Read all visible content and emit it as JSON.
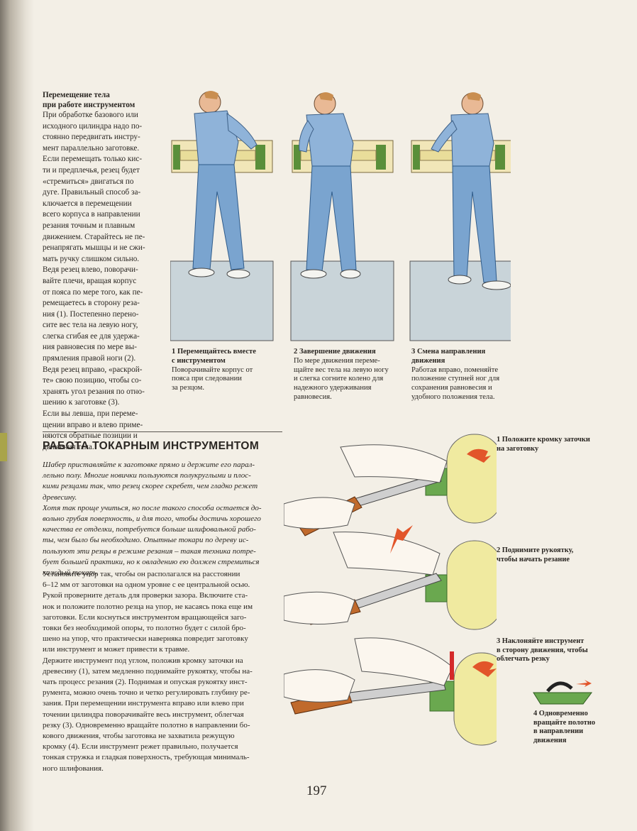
{
  "sidebar": {
    "heading_line1": "Перемещение тела",
    "heading_line2": "при работе инструментом",
    "lines": [
      "При обработке базового или",
      "исходного цилиндра надо по-",
      "стоянно передвигать инстру-",
      "мент параллельно заготовке.",
      "Если перемещать только кис-",
      "ти и предплечья, резец будет",
      "«стремиться» двигаться по",
      "дуге. Правильный способ за-",
      "ключается в перемещении",
      "всего корпуса в направлении",
      "резания точным и плавным",
      "движением. Старайтесь не пе-",
      "ренапрягать мышцы и не сжи-",
      "мать ручку слишком сильно.",
      "Ведя резец влево, поворачи-",
      "вайте плечи, вращая корпус",
      "от пояса по мере того, как пе-",
      "ремещаетесь в сторону реза-",
      "ния (1). Постепенно перено-",
      "сите вес тела на левую ногу,",
      "слегка сгибая ее для удержа-",
      "ния равновесия по мере вы-",
      "прямления правой ноги (2).",
      "Ведя резец вправо, «раскрой-",
      "те» свою позицию, чтобы со-",
      "хранять угол резания по отно-",
      "шению к заготовке (3).",
      "Если вы левша, при переме-",
      "щении вправо и влево приме-",
      "няются обратные позиции и",
      "движения тела."
    ]
  },
  "figures_top": [
    {
      "title_line1": "1 Перемещайтесь вместе",
      "title_line2": "с инструментом",
      "lines": [
        "Поворачивайте корпус от",
        "пояса при следовании",
        "за резцом."
      ]
    },
    {
      "title_line1": "2 Завершение движения",
      "title_line2": "",
      "lines": [
        "По мере движения переме-",
        "щайте вес тела на левую ногу",
        "и слегка согните колено для",
        "надежного удерживания",
        "равновесия."
      ]
    },
    {
      "title_line1": "3 Смена направления",
      "title_line2": "движения",
      "lines": [
        "Работая вправо, поменяйте",
        "положение ступней ног для",
        "сохранения равновесия и",
        "удобного положения тела."
      ]
    }
  ],
  "section": {
    "title": "РАБОТА ТОКАРНЫМ ИНСТРУМЕНТОМ",
    "intro_lines": [
      "Шабер приставляйте к заготовке прямо и держите его парал-",
      "лельно полу. Многие новички пользуются полукруглыми и плос-",
      "кими резцами так, что резец скорее скребет, чем гладко режет",
      "древесину.",
      "Хотя так проще учиться, но после такого способа остается до-",
      "вольно грубая поверхность, и для того, чтобы достичь хорошего",
      "качества ее отделки, потребуется больше шлифовальной рабо-",
      "ты, чем было бы необходимо. Опытные токари по дереву ис-",
      "пользуют эти резцы в режиме резания – такая техника потре-",
      "бует большей практики, но к овладению ею должен стремиться",
      "каждый токарь."
    ],
    "body_lines": [
      "Установите упор так, чтобы он располагался на расстоянии",
      "6–12 мм от заготовки на одном уровне с ее центральной осью.",
      "Рукой проверните деталь для проверки зазора. Включите ста-",
      "нок и положите полотно резца на упор, не касаясь пока еще им",
      "заготовки. Если коснуться инструментом вращающейся заго-",
      "товки без необходимой опоры, то полотно будет с силой бро-",
      "шено на упор, что практически наверняка повредит заготовку",
      "или инструмент и может привести к травме.",
      "Держите инструмент под углом, положив кромку заточки на",
      "древесину (1), затем медленно поднимайте рукоятку, чтобы на-",
      "чать процесс резания (2). Поднимая и опуская рукоятку инст-",
      "румента, можно очень точно и четко регулировать глубину ре-",
      "зания. При перемещении инструмента вправо или влево при",
      "точении цилиндра поворачивайте весь инструмент, облегчая",
      "резку (3). Одновременно вращайте полотно в направлении бо-",
      "кового движения, чтобы заготовка не захватила режущую",
      "кромку (4). Если инструмент режет правильно, получается",
      "тонкая стружка и гладкая поверхность, требующая минималь-",
      "ного шлифования."
    ]
  },
  "steps_right": [
    {
      "line1": "1 Положите кромку заточки",
      "line2": "на заготовку",
      "line3": "",
      "line4": ""
    },
    {
      "line1": "2 Поднимите рукоятку,",
      "line2": "чтобы начать резание",
      "line3": "",
      "line4": ""
    },
    {
      "line1": "3 Наклоняйте инструмент",
      "line2": "в сторону движения, чтобы",
      "line3": "облегчать резку",
      "line4": ""
    },
    {
      "line1": "4 Одновременно",
      "line2": "вращайте полотно",
      "line3": "в направлении",
      "line4": "движения"
    }
  ],
  "page_number": "197",
  "colors": {
    "shirt": "#8fb3d9",
    "jeans": "#7aa4cf",
    "floor": "#c9d4d9",
    "wood": "#f0eaa0",
    "arrow": "#e2552a",
    "handle": "#c06a2c",
    "green": "#6aa84f"
  }
}
